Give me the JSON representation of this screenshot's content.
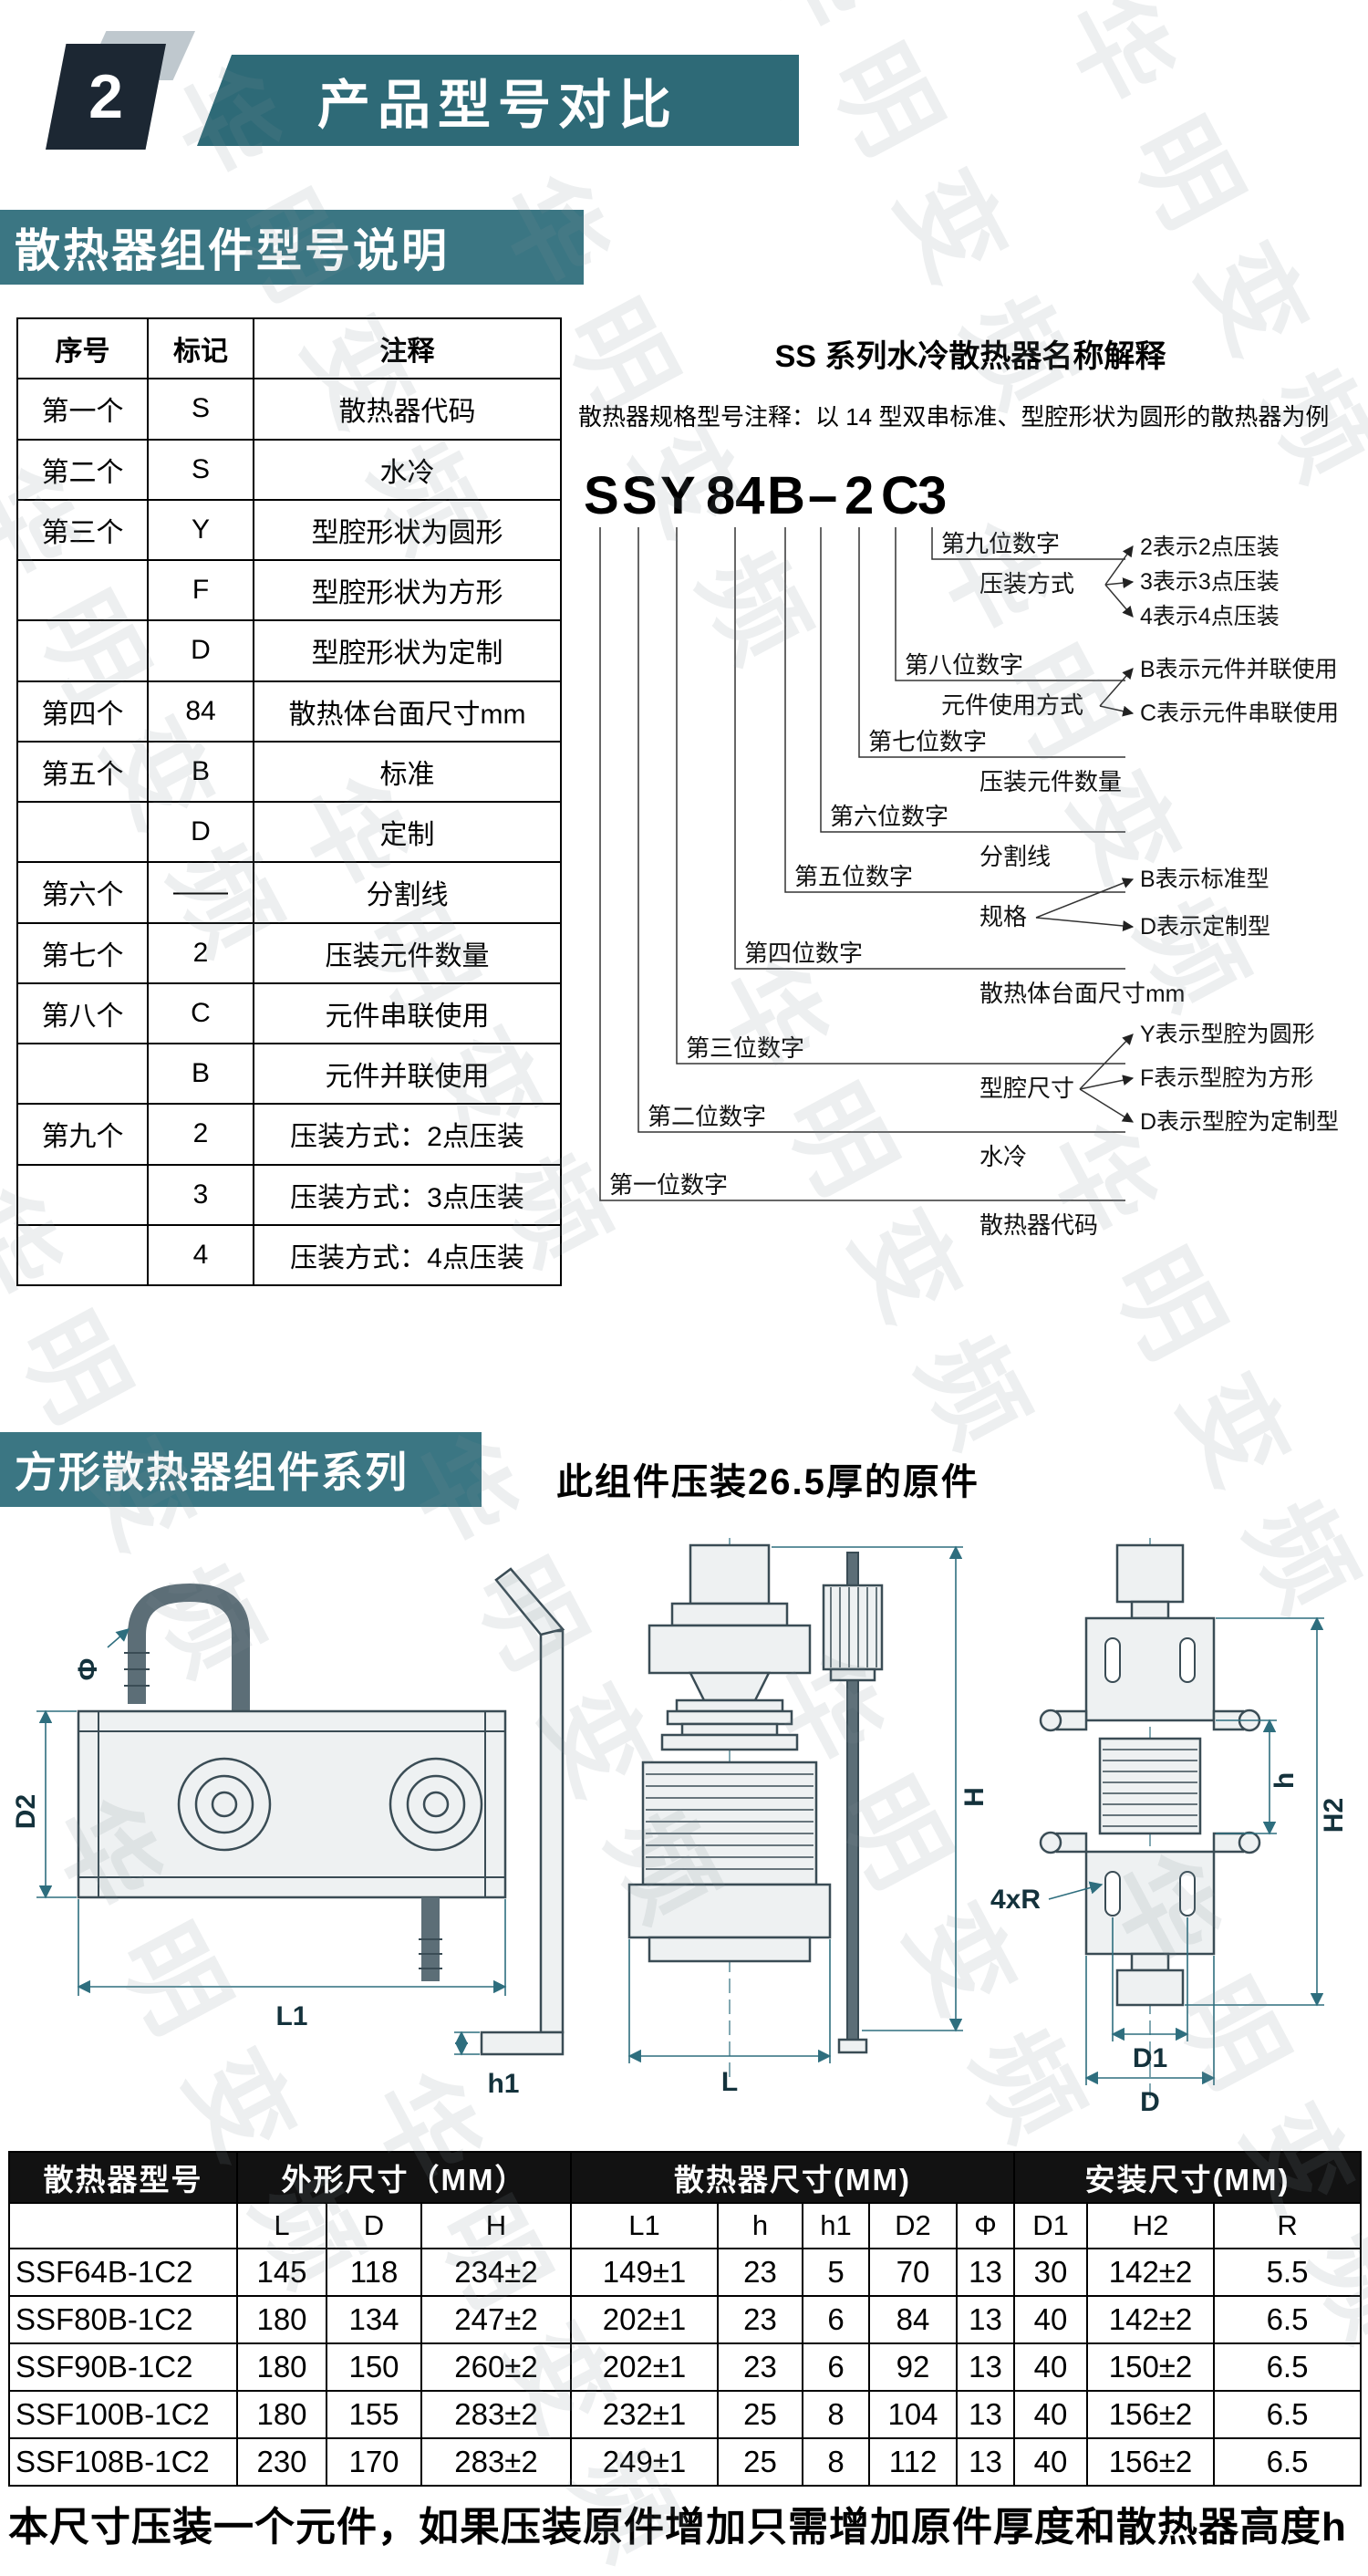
{
  "watermark": "华明变频",
  "page_header": {
    "number": "2",
    "title": "产品型号对比"
  },
  "section1": {
    "title": "散热器组件型号说明",
    "legend_table": {
      "headers": [
        "序号",
        "标记",
        "注释"
      ],
      "rows": [
        [
          "第一个",
          "S",
          "散热器代码"
        ],
        [
          "第二个",
          "S",
          "水冷"
        ],
        [
          "第三个",
          "Y",
          "型腔形状为圆形"
        ],
        [
          "",
          "F",
          "型腔形状为方形"
        ],
        [
          "",
          "D",
          "型腔形状为定制"
        ],
        [
          "第四个",
          "84",
          "散热体台面尺寸mm"
        ],
        [
          "第五个",
          "B",
          "标准"
        ],
        [
          "",
          "D",
          "定制"
        ],
        [
          "第六个",
          "——",
          "分割线"
        ],
        [
          "第七个",
          "2",
          "压装元件数量"
        ],
        [
          "第八个",
          "C",
          "元件串联使用"
        ],
        [
          "",
          "B",
          "元件并联使用"
        ],
        [
          "第九个",
          "2",
          "压装方式：2点压装"
        ],
        [
          "",
          "3",
          "压装方式：3点压装"
        ],
        [
          "",
          "4",
          "压装方式：4点压装"
        ]
      ]
    },
    "naming_diagram": {
      "title": "SS 系列水冷散热器名称解释",
      "subtitle": "散热器规格型号注释：以 14 型双串标准、型腔形状为圆形的散热器为例",
      "model_chars": [
        "S",
        "S",
        "Y",
        "84",
        "B",
        "–",
        "2",
        "C",
        "3"
      ],
      "callouts": [
        {
          "digit": "第九位数字",
          "label": "压装方式",
          "branches": [
            "2表示2点压装",
            "3表示3点压装",
            "4表示4点压装"
          ]
        },
        {
          "digit": "第八位数字",
          "label": "元件使用方式",
          "branches": [
            "B表示元件并联使用",
            "C表示元件串联使用"
          ]
        },
        {
          "digit": "第七位数字",
          "label": "压装元件数量",
          "branches": []
        },
        {
          "digit": "第六位数字",
          "label": "分割线",
          "branches": []
        },
        {
          "digit": "第五位数字",
          "label": "规格",
          "branches": [
            "B表示标准型",
            "D表示定制型"
          ]
        },
        {
          "digit": "第四位数字",
          "label": "散热体台面尺寸mm",
          "branches": []
        },
        {
          "digit": "第三位数字",
          "label": "型腔尺寸",
          "branches": [
            "Y表示型腔为圆形",
            "F表示型腔为方形",
            "D表示型腔为定制型"
          ]
        },
        {
          "digit": "第二位数字",
          "label": "水冷",
          "branches": []
        },
        {
          "digit": "第一位数字",
          "label": "散热器代码",
          "branches": []
        }
      ]
    }
  },
  "section2": {
    "title": "方形散热器组件系列",
    "caption": "此组件压装26.5厚的原件",
    "dim_labels": {
      "phi": "Φ",
      "d2": "D2",
      "l1": "L1",
      "h_total": "H",
      "l": "L",
      "h1": "h1",
      "h_small": "h",
      "h2": "H2",
      "four_r": "4xR",
      "d1": "D1",
      "d": "D"
    }
  },
  "spec_table": {
    "group_headers": [
      "散热器型号",
      "外形尺寸（MM）",
      "散热器尺寸(MM)",
      "安装尺寸(MM)"
    ],
    "col_headers": [
      "L",
      "D",
      "H",
      "L1",
      "h",
      "h1",
      "D2",
      "Φ",
      "D1",
      "H2",
      "R"
    ],
    "rows": [
      [
        "SSF64B-1C2",
        "145",
        "118",
        "234±2",
        "149±1",
        "23",
        "5",
        "70",
        "13",
        "30",
        "142±2",
        "5.5"
      ],
      [
        "SSF80B-1C2",
        "180",
        "134",
        "247±2",
        "202±1",
        "23",
        "6",
        "84",
        "13",
        "40",
        "142±2",
        "6.5"
      ],
      [
        "SSF90B-1C2",
        "180",
        "150",
        "260±2",
        "202±1",
        "23",
        "6",
        "92",
        "13",
        "40",
        "150±2",
        "6.5"
      ],
      [
        "SSF100B-1C2",
        "180",
        "155",
        "283±2",
        "232±1",
        "25",
        "8",
        "104",
        "13",
        "40",
        "156±2",
        "6.5"
      ],
      [
        "SSF108B-1C2",
        "230",
        "170",
        "283±2",
        "249±1",
        "25",
        "8",
        "112",
        "13",
        "40",
        "156±2",
        "6.5"
      ]
    ]
  },
  "footer_note": "本尺寸压装一个元件，如果压装原件增加只需增加原件厚度和散热器高度h",
  "colors": {
    "teal_banner": "#2e6a77",
    "teal_section": "#3b7683",
    "badge_navy": "#1c2733",
    "table_header_bg": "#121212",
    "drawing_dim_line": "#2e6e7e"
  }
}
